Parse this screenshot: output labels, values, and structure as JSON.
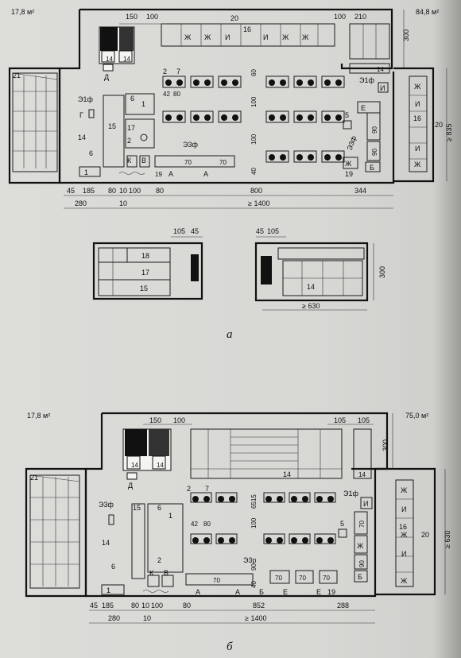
{
  "plan_a": {
    "area_left": "17,8 м²",
    "area_right": "84,8 м²",
    "caption": "а",
    "labels": {
      "n20": "20",
      "n16": "16",
      "n21": "21",
      "n14": "14",
      "n15": "15",
      "n17": "17",
      "n6": "6",
      "n1": "1",
      "n2": "2",
      "n5": "5",
      "n60": "60",
      "n90": "90",
      "n19": "19",
      "n42": "42",
      "n80": "80",
      "n70": "70",
      "n7": "7",
      "n100": "100",
      "n40": "40",
      "D": "Д",
      "G": "Г",
      "K": "К",
      "V": "В",
      "A": "А",
      "B": "Б",
      "E": "Е",
      "Zh": "Ж",
      "I": "И",
      "e1f": "Э1ф",
      "e3f": "Э3ф"
    },
    "dims_top": [
      "150",
      "100",
      "100",
      "210",
      "300"
    ],
    "dims_bottom": [
      "45",
      "185",
      "80",
      "10",
      "100",
      "80",
      "800",
      "344"
    ],
    "dims_total": [
      "280",
      "10",
      "≥ 1400"
    ],
    "dim_side": "≥ 835"
  },
  "detail_left": {
    "labels": [
      "18",
      "17",
      "15"
    ],
    "dims": [
      "105",
      "45"
    ]
  },
  "detail_right": {
    "labels": [
      "14"
    ],
    "dims": [
      "45",
      "105",
      "300",
      "≥ 630"
    ]
  },
  "plan_b": {
    "area_left": "17,8 м²",
    "area_right": "75,0 м²",
    "caption": "б",
    "labels": {
      "n20": "20",
      "n16": "16",
      "n21": "21",
      "n14": "14",
      "n15": "15",
      "n6": "6",
      "n1": "1",
      "n2": "2",
      "n5": "5",
      "n7": "7",
      "n42": "42",
      "n80": "80",
      "n100": "100",
      "n70": "70",
      "n90": "90",
      "n19": "19",
      "n6515": "6515",
      "n40": "40",
      "D": "Д",
      "K": "К",
      "V": "В",
      "A": "А",
      "B": "Б",
      "E": "Е",
      "Zh": "Ж",
      "I": "И",
      "e3f": "Э3ф",
      "e1f": "Э1ф",
      "e3r": "Э3р"
    },
    "dims_top": [
      "150",
      "100",
      "105",
      "105",
      "300"
    ],
    "dims_bottom": [
      "45",
      "185",
      "80",
      "10",
      "100",
      "80",
      "852",
      "288"
    ],
    "dims_total": [
      "280",
      "10",
      "≥ 1400"
    ],
    "dim_side": "≥ 630"
  }
}
